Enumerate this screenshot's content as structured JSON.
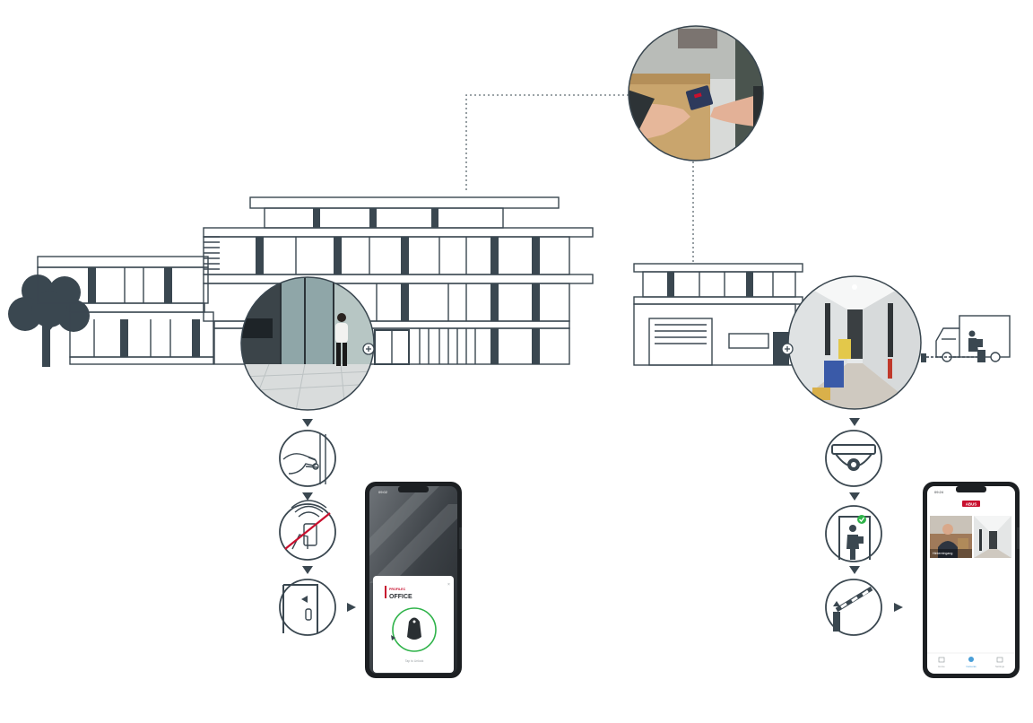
{
  "colors": {
    "line": "#3a4750",
    "accent_red": "#c8102e",
    "accent_green": "#2fb34a",
    "accent_blue": "#4a9fd8",
    "dotted": "#7c868c"
  },
  "left_flow": {
    "photo": "office-entrance-photo",
    "steps": [
      "hand-touch-reader-icon",
      "no-contact-reader-icon",
      "door-open-icon"
    ],
    "phone": {
      "status_time": "09:02",
      "brand": "PROFILEC",
      "title": "OFFICE",
      "action": "Tap to Unlock"
    }
  },
  "right_flow": {
    "photo": "warehouse-corridor-photo",
    "steps": [
      "dome-camera-icon",
      "person-verified-icon",
      "barrier-gate-icon"
    ],
    "phone": {
      "status_time": "09:24",
      "brand": "ABUS",
      "video_label": "Hintereingang",
      "nav": [
        "Home",
        "Cameras",
        "Settings"
      ]
    }
  },
  "top_photo": "card-handover-photo"
}
